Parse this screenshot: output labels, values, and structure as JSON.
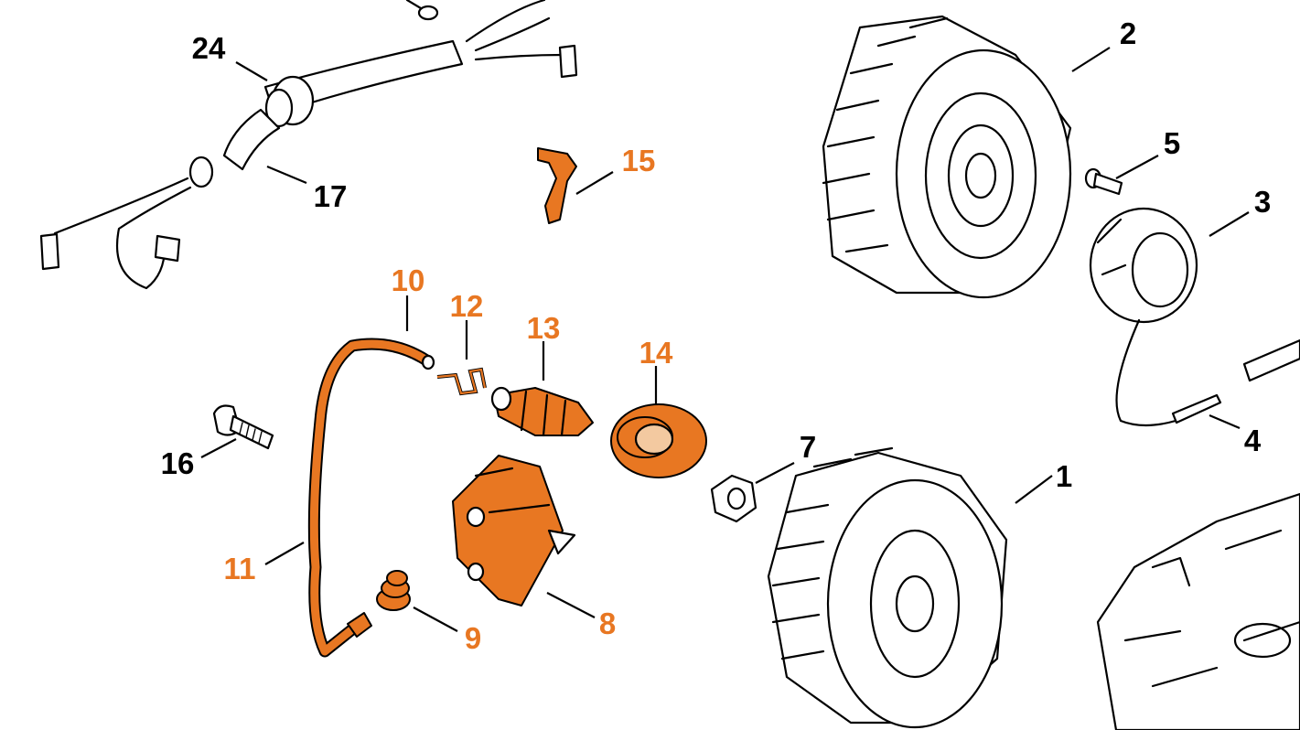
{
  "colors": {
    "highlight": "#e87722",
    "ink": "#000000",
    "background": "#ffffff"
  },
  "callouts": [
    {
      "id": "1",
      "text": "1",
      "highlighted": false
    },
    {
      "id": "2",
      "text": "2",
      "highlighted": false
    },
    {
      "id": "3",
      "text": "3",
      "highlighted": false
    },
    {
      "id": "4",
      "text": "4",
      "highlighted": false
    },
    {
      "id": "5",
      "text": "5",
      "highlighted": false
    },
    {
      "id": "7",
      "text": "7",
      "highlighted": false
    },
    {
      "id": "8",
      "text": "8",
      "highlighted": true
    },
    {
      "id": "9",
      "text": "9",
      "highlighted": true
    },
    {
      "id": "10",
      "text": "10",
      "highlighted": true
    },
    {
      "id": "11",
      "text": "11",
      "highlighted": true
    },
    {
      "id": "12",
      "text": "12",
      "highlighted": true
    },
    {
      "id": "13",
      "text": "13",
      "highlighted": true
    },
    {
      "id": "14",
      "text": "14",
      "highlighted": true
    },
    {
      "id": "15",
      "text": "15",
      "highlighted": true
    },
    {
      "id": "16",
      "text": "16",
      "highlighted": false
    },
    {
      "id": "17",
      "text": "17",
      "highlighted": false
    },
    {
      "id": "24",
      "text": "24",
      "highlighted": false
    }
  ]
}
